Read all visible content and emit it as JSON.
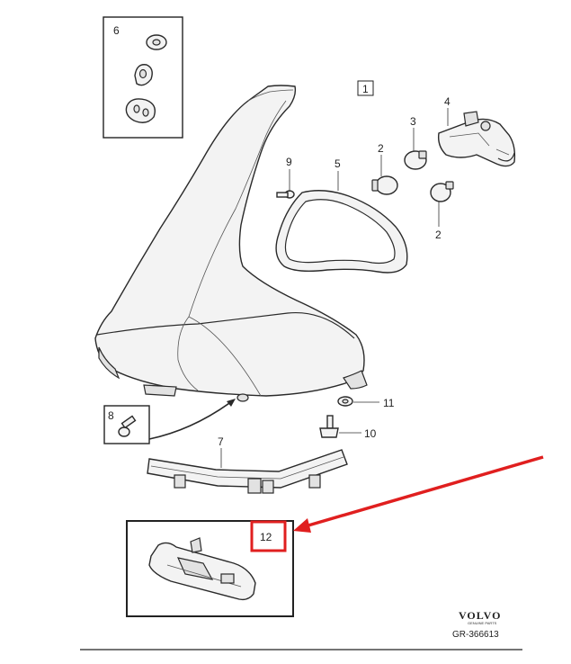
{
  "callouts": {
    "c1": "1",
    "c2a": "2",
    "c2b": "2",
    "c3": "3",
    "c4": "4",
    "c5": "5",
    "c6": "6",
    "c7": "7",
    "c8": "8",
    "c9": "9",
    "c10": "10",
    "c11": "11",
    "c12": "12"
  },
  "brand": {
    "name": "VOLVO",
    "tagline": "GENUINE PARTS",
    "ref": "GR-366613"
  },
  "colors": {
    "highlight": "#e01f1f",
    "outline": "#2a2a2a",
    "fill": "#f3f3f3"
  }
}
